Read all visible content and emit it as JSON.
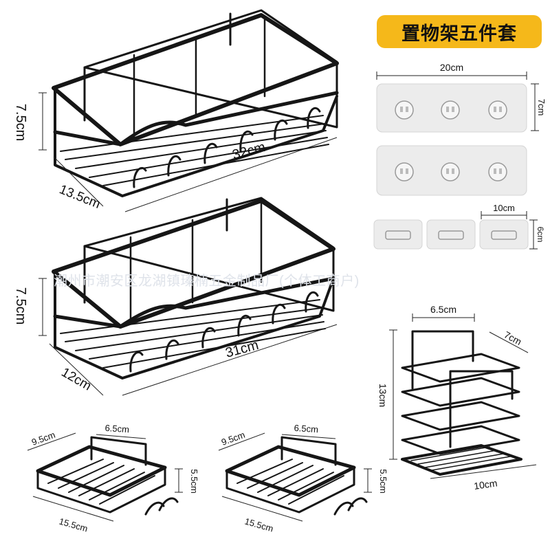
{
  "title_badge": "置物架五件套",
  "watermark": "潮州市潮安区龙湖镇瑧楠五金制品厂(个体工商户)",
  "large_rack_1": {
    "height": "7.5cm",
    "depth": "13.5cm",
    "length": "32cm"
  },
  "large_rack_2": {
    "height": "7.5cm",
    "depth": "12cm",
    "length": "31cm"
  },
  "hooks": {
    "large_width": "20cm",
    "large_height": "7cm",
    "small_width": "10cm",
    "small_height": "6cm"
  },
  "toothbrush_holder": {
    "top_width": "6.5cm",
    "depth": "7cm",
    "height": "13cm",
    "bottom_width": "10cm"
  },
  "soap_dish_1": {
    "depth": "9.5cm",
    "top_width": "6.5cm",
    "height": "5.5cm",
    "length": "15.5cm"
  },
  "soap_dish_2": {
    "depth": "9.5cm",
    "top_width": "6.5cm",
    "height": "5.5cm",
    "length": "15.5cm"
  },
  "colors": {
    "badge": "#f5b81a",
    "wire": "#161616",
    "watermark": "#dfe3ea"
  }
}
